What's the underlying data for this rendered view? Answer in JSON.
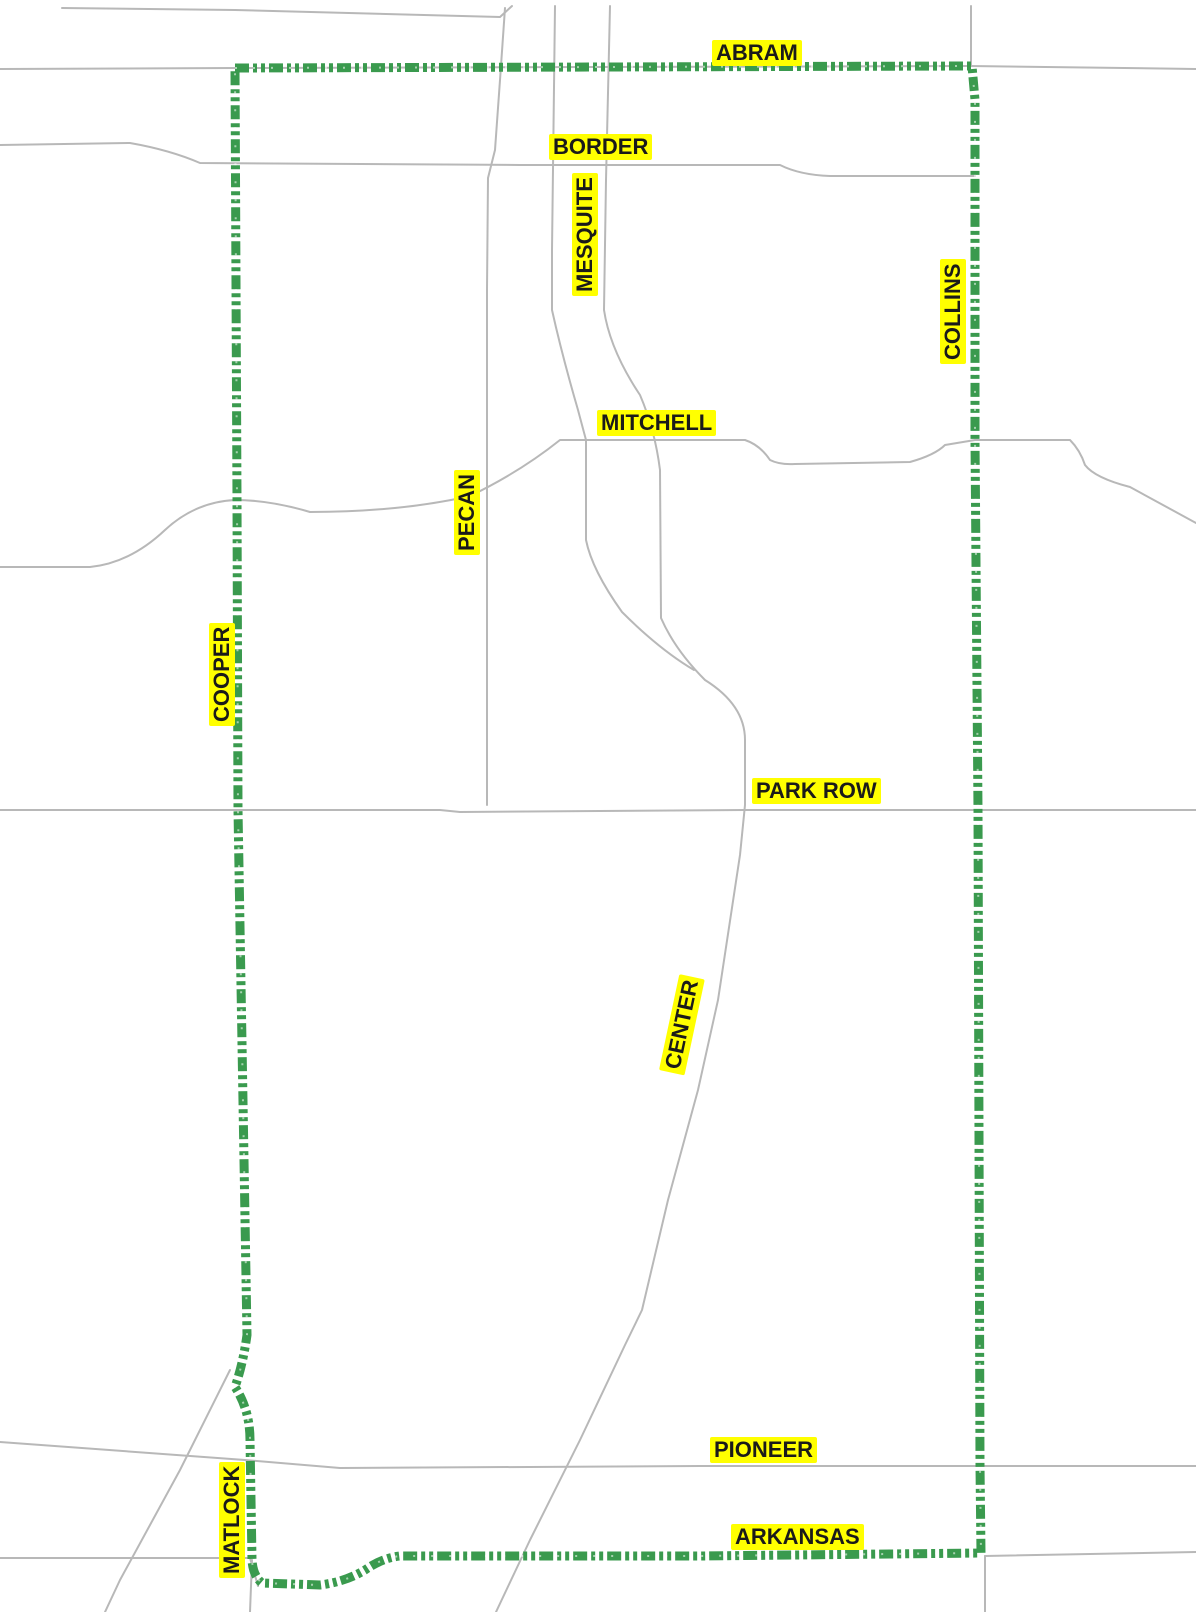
{
  "colors": {
    "background": "#ffffff",
    "road": "#b8b8b8",
    "route": "#3a9a4e",
    "label_highlight": "#ffff00",
    "label_text": "#1a1a1a"
  },
  "streets": {
    "abram": "ABRAM",
    "border": "BORDER",
    "mesquite": "MESQUITE",
    "collins": "COLLINS",
    "mitchell": "MITCHELL",
    "pecan": "PECAN",
    "cooper": "COOPER",
    "park_row": "PARK ROW",
    "center": "CENTER",
    "pioneer": "PIONEER",
    "matlock": "MATLOCK",
    "arkansas": "ARKANSAS"
  }
}
